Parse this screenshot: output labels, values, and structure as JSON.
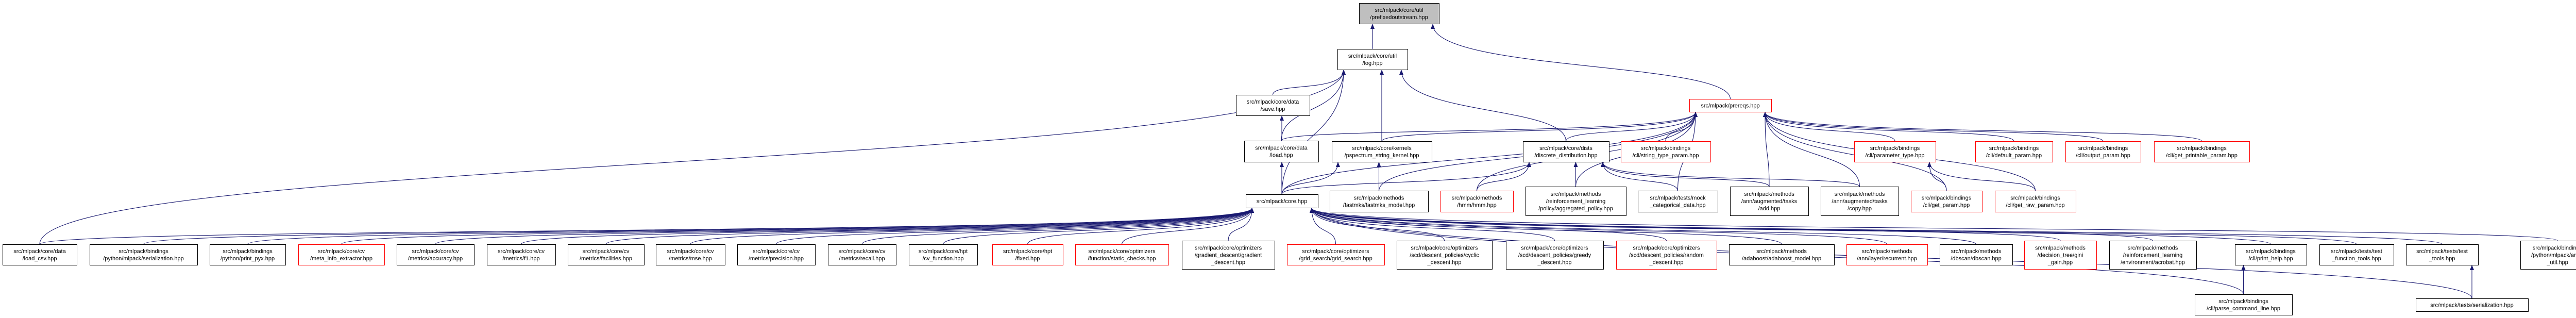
{
  "graph": {
    "edge_color": "#191970",
    "truncated_border_color": "#ff0000",
    "root_fill": "#bfbfbf",
    "nodes": [
      {
        "id": "root",
        "lines": [
          "src/mlpack/core/util",
          "/prefixedoutstream.hpp"
        ],
        "style": "root"
      },
      {
        "id": "log",
        "lines": [
          "src/mlpack/core/util",
          "/log.hpp"
        ],
        "style": "normal"
      },
      {
        "id": "save",
        "lines": [
          "src/mlpack/core/data",
          "/save.hpp"
        ],
        "style": "normal"
      },
      {
        "id": "load",
        "lines": [
          "src/mlpack/core/data",
          "/load.hpp"
        ],
        "style": "normal"
      },
      {
        "id": "pspectrum",
        "lines": [
          "src/mlpack/core/kernels",
          "/pspectrum_string_kernel.hpp"
        ],
        "style": "normal"
      },
      {
        "id": "discrete",
        "lines": [
          "src/mlpack/core/dists",
          "/discrete_distribution.hpp"
        ],
        "style": "normal"
      },
      {
        "id": "prereqs",
        "lines": [
          "src/mlpack/prereqs.hpp"
        ],
        "style": "red"
      },
      {
        "id": "string_type_param",
        "lines": [
          "src/mlpack/bindings",
          "/cli/string_type_param.hpp"
        ],
        "style": "red"
      },
      {
        "id": "parameter_type",
        "lines": [
          "src/mlpack/bindings",
          "/cli/parameter_type.hpp"
        ],
        "style": "red"
      },
      {
        "id": "default_param",
        "lines": [
          "src/mlpack/bindings",
          "/cli/default_param.hpp"
        ],
        "style": "red"
      },
      {
        "id": "output_param",
        "lines": [
          "src/mlpack/bindings",
          "/cli/output_param.hpp"
        ],
        "style": "red"
      },
      {
        "id": "get_printable_param",
        "lines": [
          "src/mlpack/bindings",
          "/cli/get_printable_param.hpp"
        ],
        "style": "red"
      },
      {
        "id": "core",
        "lines": [
          "src/mlpack/core.hpp"
        ],
        "style": "normal"
      },
      {
        "id": "fastmks",
        "lines": [
          "src/mlpack/methods",
          "/fastmks/fastmks_model.hpp"
        ],
        "style": "normal"
      },
      {
        "id": "hmm",
        "lines": [
          "src/mlpack/methods",
          "/hmm/hmm.hpp"
        ],
        "style": "red"
      },
      {
        "id": "aggregated",
        "lines": [
          "src/mlpack/methods",
          "/reinforcement_learning",
          "/policy/aggregated_policy.hpp"
        ],
        "style": "normal"
      },
      {
        "id": "mock",
        "lines": [
          "src/mlpack/tests/mock",
          "_categorical_data.hpp"
        ],
        "style": "normal"
      },
      {
        "id": "add",
        "lines": [
          "src/mlpack/methods",
          "/ann/augmented/tasks",
          "/add.hpp"
        ],
        "style": "normal"
      },
      {
        "id": "copy",
        "lines": [
          "src/mlpack/methods",
          "/ann/augmented/tasks",
          "/copy.hpp"
        ],
        "style": "normal"
      },
      {
        "id": "get_param",
        "lines": [
          "src/mlpack/bindings",
          "/cli/get_param.hpp"
        ],
        "style": "red"
      },
      {
        "id": "get_raw_param",
        "lines": [
          "src/mlpack/bindings",
          "/cli/get_raw_param.hpp"
        ],
        "style": "red"
      },
      {
        "id": "load_csv",
        "lines": [
          "src/mlpack/core/data",
          "/load_csv.hpp"
        ],
        "style": "normal"
      },
      {
        "id": "py_serialization",
        "lines": [
          "src/mlpack/bindings",
          "/python/mlpack/serialization.hpp"
        ],
        "style": "normal"
      },
      {
        "id": "print_pyx",
        "lines": [
          "src/mlpack/bindings",
          "/python/print_pyx.hpp"
        ],
        "style": "normal"
      },
      {
        "id": "meta_info",
        "lines": [
          "src/mlpack/core/cv",
          "/meta_info_extractor.hpp"
        ],
        "style": "red"
      },
      {
        "id": "accuracy",
        "lines": [
          "src/mlpack/core/cv",
          "/metrics/accuracy.hpp"
        ],
        "style": "normal"
      },
      {
        "id": "f1",
        "lines": [
          "src/mlpack/core/cv",
          "/metrics/f1.hpp"
        ],
        "style": "normal"
      },
      {
        "id": "facilities",
        "lines": [
          "src/mlpack/core/cv",
          "/metrics/facilities.hpp"
        ],
        "style": "normal"
      },
      {
        "id": "mse",
        "lines": [
          "src/mlpack/core/cv",
          "/metrics/mse.hpp"
        ],
        "style": "normal"
      },
      {
        "id": "precision",
        "lines": [
          "src/mlpack/core/cv",
          "/metrics/precision.hpp"
        ],
        "style": "normal"
      },
      {
        "id": "recall",
        "lines": [
          "src/mlpack/core/cv",
          "/metrics/recall.hpp"
        ],
        "style": "normal"
      },
      {
        "id": "cv_function",
        "lines": [
          "src/mlpack/core/hpt",
          "/cv_function.hpp"
        ],
        "style": "normal"
      },
      {
        "id": "fixed",
        "lines": [
          "src/mlpack/core/hpt",
          "/fixed.hpp"
        ],
        "style": "red"
      },
      {
        "id": "static_checks",
        "lines": [
          "src/mlpack/core/optimizers",
          "/function/static_checks.hpp"
        ],
        "style": "red"
      },
      {
        "id": "gradient_descent",
        "lines": [
          "src/mlpack/core/optimizers",
          "/gradient_descent/gradient",
          "_descent.hpp"
        ],
        "style": "normal"
      },
      {
        "id": "grid_search",
        "lines": [
          "src/mlpack/core/optimizers",
          "/grid_search/grid_search.hpp"
        ],
        "style": "red"
      },
      {
        "id": "cyclic",
        "lines": [
          "src/mlpack/core/optimizers",
          "/scd/descent_policies/cyclic",
          "_descent.hpp"
        ],
        "style": "normal"
      },
      {
        "id": "greedy",
        "lines": [
          "src/mlpack/core/optimizers",
          "/scd/descent_policies/greedy",
          "_descent.hpp"
        ],
        "style": "normal"
      },
      {
        "id": "random",
        "lines": [
          "src/mlpack/core/optimizers",
          "/scd/descent_policies/random",
          "_descent.hpp"
        ],
        "style": "red"
      },
      {
        "id": "adaboost",
        "lines": [
          "src/mlpack/methods",
          "/adaboost/adaboost_model.hpp"
        ],
        "style": "normal"
      },
      {
        "id": "recurrent",
        "lines": [
          "src/mlpack/methods",
          "/ann/layer/recurrent.hpp"
        ],
        "style": "red"
      },
      {
        "id": "dbscan",
        "lines": [
          "src/mlpack/methods",
          "/dbscan/dbscan.hpp"
        ],
        "style": "normal"
      },
      {
        "id": "gini",
        "lines": [
          "src/mlpack/methods",
          "/decision_tree/gini",
          "_gain.hpp"
        ],
        "style": "red"
      },
      {
        "id": "acrobat",
        "lines": [
          "src/mlpack/methods",
          "/reinforcement_learning",
          "/environment/acrobat.hpp"
        ],
        "style": "normal"
      },
      {
        "id": "print_help",
        "lines": [
          "src/mlpack/bindings",
          "/cli/print_help.hpp"
        ],
        "style": "normal"
      },
      {
        "id": "test_function_tools",
        "lines": [
          "src/mlpack/tests/test",
          "_function_tools.hpp"
        ],
        "style": "normal"
      },
      {
        "id": "test_tools",
        "lines": [
          "src/mlpack/tests/test",
          "_tools.hpp"
        ],
        "style": "normal"
      },
      {
        "id": "arma_util",
        "lines": [
          "src/mlpack/bindings",
          "/python/mlpack/arma",
          "_util.hpp"
        ],
        "style": "normal"
      },
      {
        "id": "parse_command_line",
        "lines": [
          "src/mlpack/bindings",
          "/cli/parse_command_line.hpp"
        ],
        "style": "normal"
      },
      {
        "id": "tests_serialization",
        "lines": [
          "src/mlpack/tests/serialization.hpp"
        ],
        "style": "normal"
      }
    ],
    "edges": [
      [
        "log",
        "root"
      ],
      [
        "prereqs",
        "root"
      ],
      [
        "load_csv",
        "log"
      ],
      [
        "save",
        "log"
      ],
      [
        "load",
        "log"
      ],
      [
        "pspectrum",
        "log"
      ],
      [
        "discrete",
        "log"
      ],
      [
        "core",
        "log"
      ],
      [
        "core",
        "save"
      ],
      [
        "core",
        "load"
      ],
      [
        "core",
        "pspectrum"
      ],
      [
        "core",
        "discrete"
      ],
      [
        "core",
        "prereqs"
      ],
      [
        "load",
        "prereqs"
      ],
      [
        "pspectrum",
        "prereqs"
      ],
      [
        "discrete",
        "prereqs"
      ],
      [
        "string_type_param",
        "prereqs"
      ],
      [
        "parameter_type",
        "prereqs"
      ],
      [
        "default_param",
        "prereqs"
      ],
      [
        "output_param",
        "prereqs"
      ],
      [
        "get_printable_param",
        "prereqs"
      ],
      [
        "get_param",
        "prereqs"
      ],
      [
        "get_raw_param",
        "prereqs"
      ],
      [
        "fastmks",
        "prereqs"
      ],
      [
        "hmm",
        "prereqs"
      ],
      [
        "aggregated",
        "prereqs"
      ],
      [
        "mock",
        "prereqs"
      ],
      [
        "add",
        "prereqs"
      ],
      [
        "copy",
        "prereqs"
      ],
      [
        "get_param",
        "parameter_type"
      ],
      [
        "get_raw_param",
        "parameter_type"
      ],
      [
        "fastmks",
        "pspectrum"
      ],
      [
        "hmm",
        "discrete"
      ],
      [
        "aggregated",
        "discrete"
      ],
      [
        "mock",
        "discrete"
      ],
      [
        "add",
        "discrete"
      ],
      [
        "copy",
        "discrete"
      ],
      [
        "load_csv",
        "core"
      ],
      [
        "py_serialization",
        "core"
      ],
      [
        "print_pyx",
        "core"
      ],
      [
        "meta_info",
        "core"
      ],
      [
        "accuracy",
        "core"
      ],
      [
        "f1",
        "core"
      ],
      [
        "facilities",
        "core"
      ],
      [
        "mse",
        "core"
      ],
      [
        "precision",
        "core"
      ],
      [
        "recall",
        "core"
      ],
      [
        "cv_function",
        "core"
      ],
      [
        "fixed",
        "core"
      ],
      [
        "static_checks",
        "core"
      ],
      [
        "gradient_descent",
        "core"
      ],
      [
        "grid_search",
        "core"
      ],
      [
        "cyclic",
        "core"
      ],
      [
        "greedy",
        "core"
      ],
      [
        "random",
        "core"
      ],
      [
        "adaboost",
        "core"
      ],
      [
        "recurrent",
        "core"
      ],
      [
        "dbscan",
        "core"
      ],
      [
        "gini",
        "core"
      ],
      [
        "acrobat",
        "core"
      ],
      [
        "print_help",
        "core"
      ],
      [
        "test_function_tools",
        "core"
      ],
      [
        "test_tools",
        "core"
      ],
      [
        "arma_util",
        "core"
      ],
      [
        "parse_command_line",
        "print_help"
      ],
      [
        "parse_command_line",
        "core"
      ],
      [
        "tests_serialization",
        "test_tools"
      ],
      [
        "tests_serialization",
        "core"
      ]
    ]
  }
}
